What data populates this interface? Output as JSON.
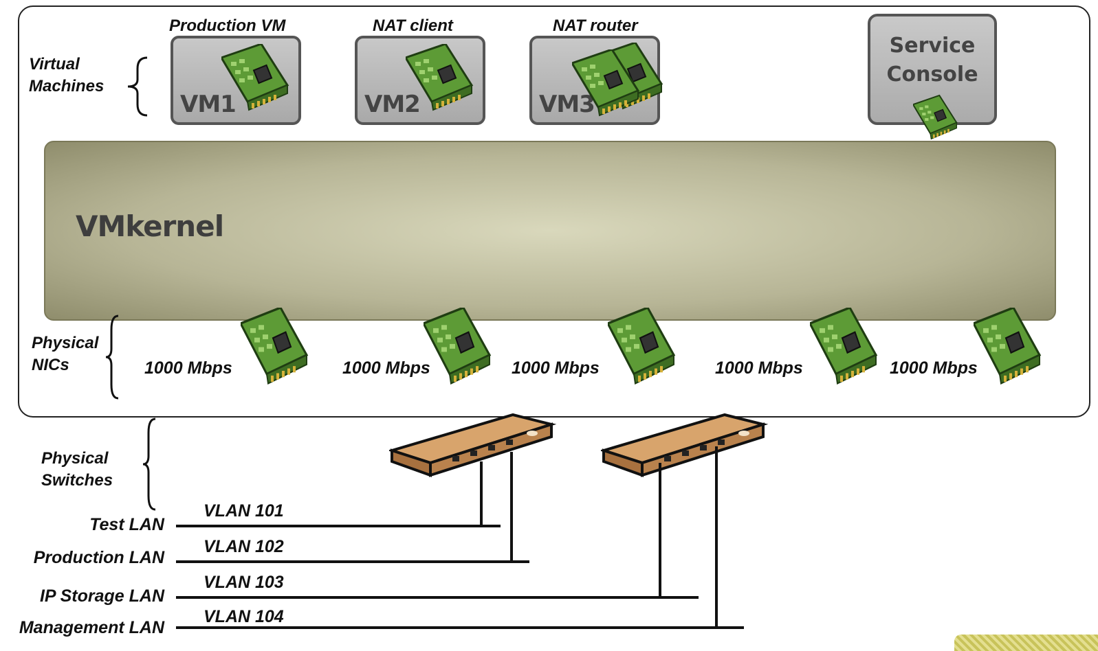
{
  "labels": {
    "virtual_machines": "Virtual Machines",
    "physical_nics": "Physical NICs",
    "physical_switches": "Physical Switches"
  },
  "vms": [
    {
      "caption": "Production VM",
      "name": "VM1"
    },
    {
      "caption": "NAT client",
      "name": "VM2"
    },
    {
      "caption": "NAT router",
      "name": "VM3"
    }
  ],
  "service_console": "Service\nConsole",
  "vmkernel": "VMkernel",
  "nic_speeds": [
    "1000 Mbps",
    "1000 Mbps",
    "1000 Mbps",
    "1000 Mbps",
    "1000 Mbps"
  ],
  "lans": [
    {
      "name": "Test LAN",
      "vlan": "VLAN 101"
    },
    {
      "name": "Production LAN",
      "vlan": "VLAN 102"
    },
    {
      "name": "IP Storage LAN",
      "vlan": "VLAN 103"
    },
    {
      "name": "Management LAN",
      "vlan": "VLAN 104"
    }
  ],
  "colors": {
    "nic_green": "#4f8a2f",
    "switch_tan": "#c9925a",
    "vmkernel": "#b7b596"
  }
}
